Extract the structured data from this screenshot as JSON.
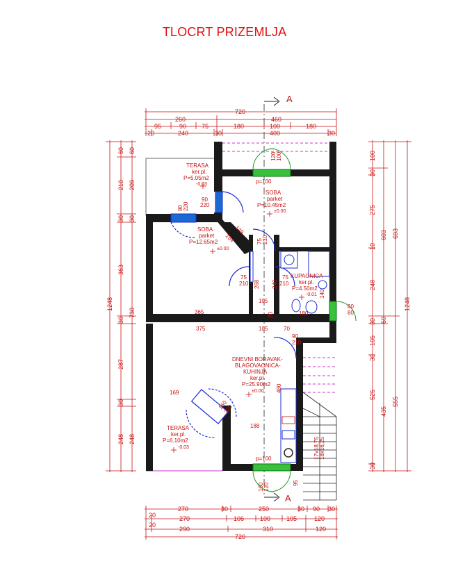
{
  "title": "TLOCRT PRIZEMLJA",
  "section_marker": "A",
  "dims_top": {
    "row1": [
      "720"
    ],
    "row2": [
      "260",
      "460"
    ],
    "row3": [
      "95",
      "90",
      "75",
      "180",
      "100",
      "180"
    ],
    "row4": [
      "20",
      "240",
      "30",
      "400",
      "30"
    ]
  },
  "dims_bottom": {
    "row1": [
      "270",
      "30",
      "250",
      "30",
      "90",
      "30"
    ],
    "row2": [
      "20",
      "270",
      "106",
      "100",
      "105",
      "120"
    ],
    "row3": [
      "20",
      "290",
      "310",
      "120"
    ],
    "row4": [
      "720"
    ]
  },
  "dims_left": {
    "outer": [
      "1248"
    ],
    "mid": [
      "60",
      "210",
      "30",
      "363",
      "30",
      "287",
      "30",
      "248"
    ],
    "inner": [
      "60",
      "209",
      "30",
      "730",
      "248"
    ]
  },
  "dims_right": {
    "inner": [
      "100",
      "30",
      "275",
      "10",
      "248",
      "30",
      "105",
      "30",
      "525",
      "30"
    ],
    "mid": [
      "603",
      "60",
      "435"
    ],
    "mid2": [
      "693",
      "555"
    ],
    "outer": [
      "1248"
    ]
  },
  "rooms": [
    {
      "name": "TERASA",
      "floor": "ker.pl.",
      "area": "P=5.05m2",
      "level": "-0.03"
    },
    {
      "name": "SOBA",
      "floor": "parket",
      "area": "P=10.45m2",
      "level": "±0.00"
    },
    {
      "name": "SOBA",
      "floor": "parket",
      "area": "P=12.65m2",
      "level": "±0.00"
    },
    {
      "name": "KUPAONICA",
      "floor": "ker.pl.",
      "area": "P=4.50m2",
      "level": "-0.01"
    },
    {
      "name": "DNEVNI BORAVAK-",
      "name2": "BLAGOVAONICA-",
      "name3": "KUHINJA",
      "floor": "ker.pl.",
      "area": "P=25.90m2",
      "level": "±0.00"
    },
    {
      "name": "TERASA",
      "floor": "ker.pl.",
      "area": "P=6.10m2",
      "level": "-0.03"
    }
  ],
  "openings": {
    "top_window": [
      "120",
      "100"
    ],
    "window_soba": [
      "90",
      "220"
    ],
    "window_soba_b": [
      "90",
      "220"
    ],
    "door_soba": [
      "75",
      "210"
    ],
    "door_hall": [
      "75",
      "210"
    ],
    "door_bath": [
      "75",
      "210"
    ],
    "window_bath": [
      "60",
      "80"
    ],
    "door_living": [
      "90",
      "210"
    ],
    "door_terasa": [
      "160",
      "220"
    ],
    "bottom_window": [
      "100",
      "120"
    ]
  },
  "misc": {
    "p100_top": "p=100",
    "p100_bottom": "p=100",
    "diag_149": "149",
    "diag_154": "154",
    "hall_105": "105",
    "hall_268": "268",
    "hall_240": "240",
    "hall_20": "20",
    "hall_180": "180",
    "hall_140": "140",
    "d365": "365",
    "d375": "375",
    "d105b": "105",
    "d70": "70",
    "d169": "169",
    "d188": "188",
    "d95": "95",
    "d480": "480",
    "stairs": "17x18,75",
    "stairs2": "18x16,25"
  }
}
